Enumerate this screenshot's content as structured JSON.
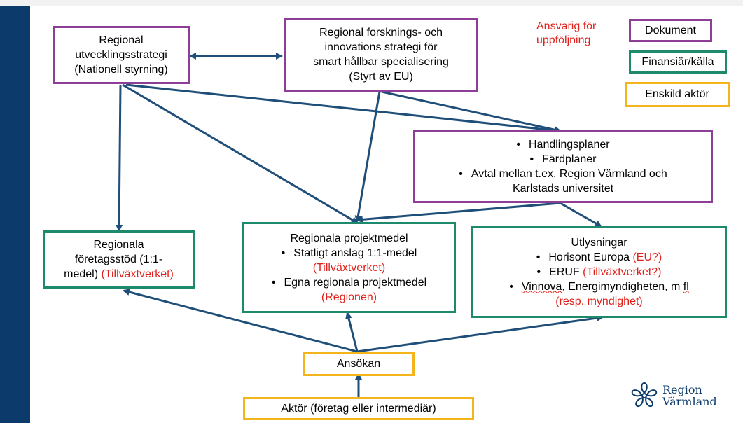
{
  "legend": {
    "responsible": "Ansvarig för uppföljning",
    "document": "Dokument",
    "financier": "Finansiär/källa",
    "actor": "Enskild aktör"
  },
  "boxes": {
    "strategy": {
      "line1": "Regional",
      "line2": "utvecklingsstrategi",
      "line3": "(Nationell styrning)"
    },
    "research": {
      "line1": "Regional forsknings- och",
      "line2": "innovations strategi för",
      "line3": "smart hållbar specialisering",
      "line4": "(Styrt av EU)"
    },
    "plans": {
      "items": [
        "Handlingsplaner",
        "Färdplaner",
        "Avtal mellan t.ex. Region Värmland och"
      ],
      "cont": "Karlstads universitet"
    },
    "support": {
      "line1": "Regionala",
      "line2": "företagsstöd (1:1-",
      "line3": "medel)",
      "red": "(Tillväxtverket)"
    },
    "project": {
      "title": "Regionala projektmedel",
      "item1": "Statligt anslag 1:1-medel",
      "item1_red": "(Tillväxtverket)",
      "item2": "Egna regionala projektmedel",
      "item2_red": "(Regionen)"
    },
    "calls": {
      "title": "Utlysningar",
      "item1": "Horisont Europa",
      "item1_red": "(EU?)",
      "item2": "ERUF",
      "item2_red": "(Tillväxtverket?)",
      "item3_a": "Vinnova",
      "item3_b": ", Energimyndigheten, m ",
      "item3_c": "fl",
      "item3_red": "(resp. myndighet)"
    },
    "application": "Ansökan",
    "actor": "Aktör (företag eller intermediär)"
  },
  "logo": {
    "line1": "Region",
    "line2": "Värmland"
  },
  "colors": {
    "document": "#8e3e96",
    "financier": "#1d8a6c",
    "actor": "#f3b51b",
    "arrow": "#1f4e79",
    "responsible": "#e0201b",
    "brand": "#0b3a6b"
  }
}
